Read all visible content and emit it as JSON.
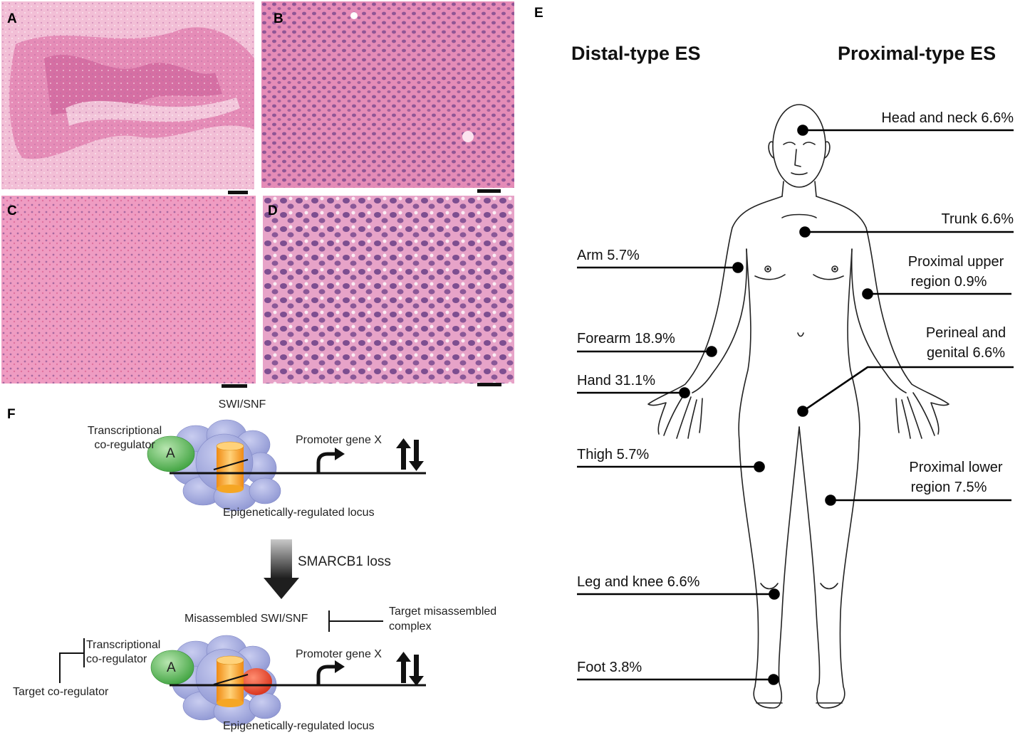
{
  "panels": {
    "A": {
      "label": "A"
    },
    "B": {
      "label": "B"
    },
    "C": {
      "label": "C"
    },
    "D": {
      "label": "D"
    },
    "E": {
      "label": "E"
    },
    "F": {
      "label": "F"
    }
  },
  "colors": {
    "tissue_light": "#f2bfd6",
    "tissue_pink": "#e58cb7",
    "tissue_dark": "#c95793",
    "nucleus": "#6b3f86",
    "complex_blue": "#9aa2d8",
    "activator_green": "#5dbb5d",
    "nucleosome_orange": "#f7a928",
    "missing_red": "#e1412b"
  },
  "panelE": {
    "distal_title": "Distal-type ES",
    "proximal_title": "Proximal-type ES",
    "sites": {
      "head_neck": "Head and neck 6.6%",
      "trunk": "Trunk 6.6%",
      "arm": "Arm 5.7%",
      "prox_upper_1": "Proximal upper",
      "prox_upper_2": "region 0.9%",
      "forearm": "Forearm 18.9%",
      "perineal_1": "Perineal and",
      "perineal_2": "genital 6.6%",
      "hand": "Hand 31.1%",
      "thigh": "Thigh 5.7%",
      "prox_lower_1": "Proximal lower",
      "prox_lower_2": "region 7.5%",
      "leg_knee": "Leg and knee 6.6%",
      "foot": "Foot 3.8%"
    }
  },
  "panelF": {
    "swisnf": "SWI/SNF",
    "transcriptional_1": "Transcriptional",
    "coregulator_1": "co-regulator",
    "activator_label": "A",
    "promoter_1": "Promoter gene X",
    "locus_1": "Epigenetically-regulated locus",
    "smarcb1_loss": "SMARCB1 loss",
    "misassembled": "Misassembled SWI/SNF",
    "target_misassembled_1": "Target misassembled",
    "target_misassembled_2": "complex",
    "transcriptional_2": "Transcriptional",
    "coregulator_2": "co-regulator",
    "target_coregulator": "Target co-regulator",
    "activator_label_2": "A",
    "promoter_2": "Promoter gene X",
    "locus_2": "Epigenetically-regulated locus"
  }
}
